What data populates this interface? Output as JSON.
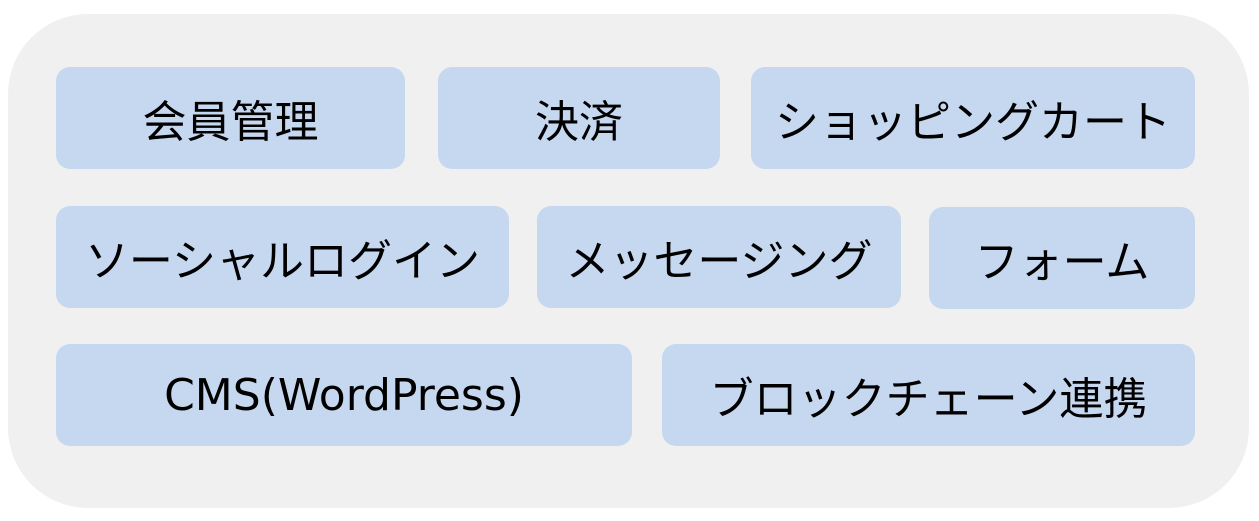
{
  "tiles": [
    {
      "label": "会員管理"
    },
    {
      "label": "決済"
    },
    {
      "label": "ショッピングカート"
    },
    {
      "label": "ソーシャルログイン"
    },
    {
      "label": "メッセージング"
    },
    {
      "label": "フォーム"
    },
    {
      "label": "CMS(WordPress)"
    },
    {
      "label": "ブロックチェーン連携"
    }
  ],
  "colors": {
    "background": "#ffffff",
    "panel": "#f0f0f0",
    "tile": "#c6d8f0",
    "text": "#000000"
  }
}
